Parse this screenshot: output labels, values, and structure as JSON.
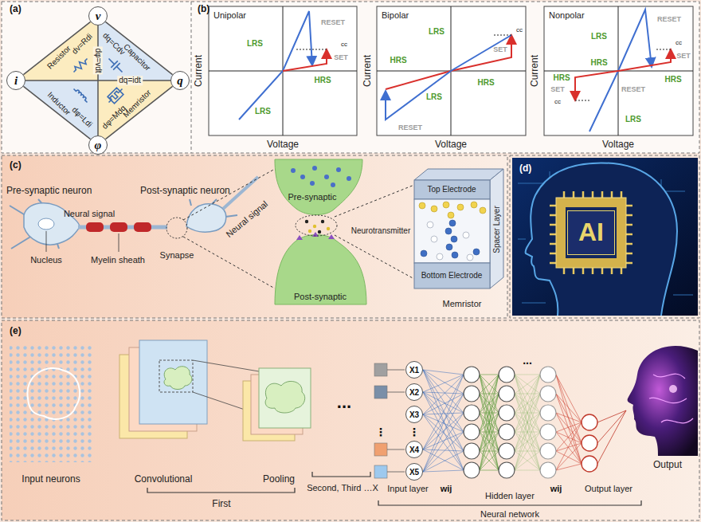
{
  "diagram": {
    "nodes": [
      {
        "text": [
          "v"
        ]
      },
      {
        "text": [
          "i"
        ]
      },
      {
        "text": [
          "q"
        ]
      },
      {
        "text": [
          "φ"
        ]
      },
      {
        "text": [
          "AI"
        ]
      },
      {
        "text": [
          "X1"
        ]
      },
      {
        "text": [
          "X2"
        ]
      },
      {
        "text": [
          "X3"
        ]
      },
      {
        "text": [
          "X4"
        ]
      },
      {
        "text": [
          "X5"
        ]
      }
    ],
    "edges": [
      {
        "from": 0,
        "to": 1,
        "arrow": "none"
      },
      {
        "from": 0,
        "to": 2,
        "arrow": "none"
      },
      {
        "from": 1,
        "to": 3,
        "arrow": "none"
      },
      {
        "from": 2,
        "to": 3,
        "arrow": "none"
      },
      {
        "from": 0,
        "to": 3,
        "label": "dφ=vdt",
        "arrow": "none"
      },
      {
        "from": 1,
        "to": 2,
        "label": "dq=idt",
        "arrow": "none"
      }
    ],
    "labels": [
      "(a)",
      "(b)",
      "Resistor",
      "dv=Rdi",
      "Capacitor",
      "dq=Cdv",
      "Inductor",
      "dφ=Ldi",
      "Memristor",
      "dφ=Mdq",
      "Current",
      "Voltage",
      "Unipolar",
      "LRS",
      "RESET",
      "cc",
      "SET",
      "HRS",
      "LRS",
      "Current",
      "Voltage",
      "Bipolar",
      "LRS",
      "HRS",
      "cc",
      "SET",
      "HRS",
      "LRS",
      "RESET",
      "Current",
      "Voltage",
      "Nonpolar",
      "RESET",
      "LRS",
      "cc",
      "SET",
      "HRS",
      "HRS",
      "HRS",
      "SET",
      "RESET",
      "cc",
      "LRS",
      "(c)",
      "Pre-synaptic neuron",
      "Post-synaptic neuron",
      "Neural signal",
      "Neural signal",
      "Pre-synaptic",
      "Nucleus",
      "Myelin sheath",
      "Synapse",
      "Neurotransmitter",
      "Top Electrode",
      "Spacer Layer",
      "Post-synaptic",
      "Bottom Electrode",
      "Memristor",
      "(d)",
      "(e)",
      "Input neurons",
      "Convolutional",
      "Pooling",
      "First",
      "...",
      "Second, Third …X",
      "Input layer",
      "wij",
      "Hidden layer",
      "wij",
      "Output layer",
      "Neural network",
      "Output",
      "⋮",
      "⋮",
      "..."
    ]
  }
}
